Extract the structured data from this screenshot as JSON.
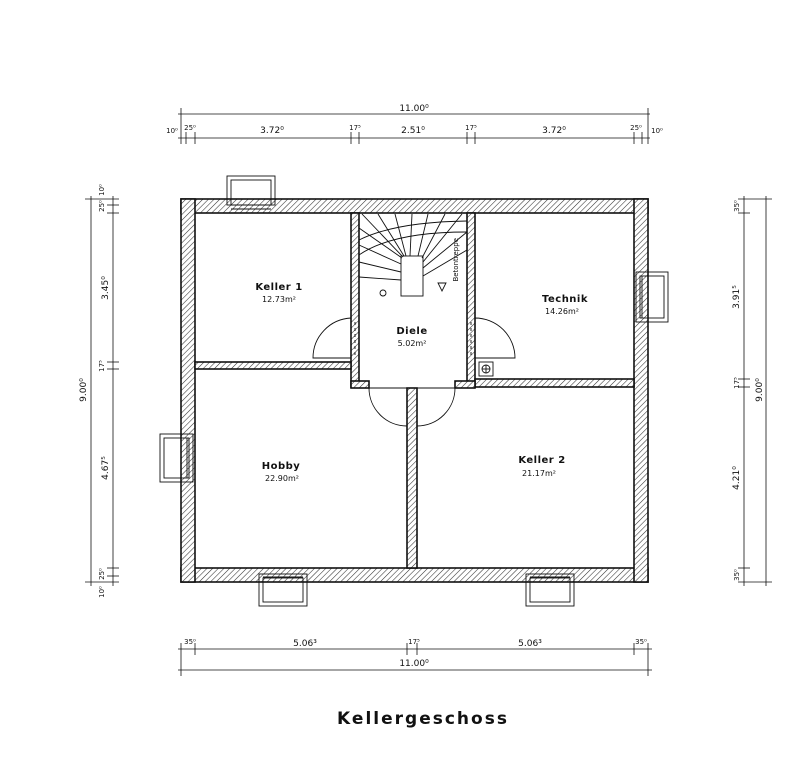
{
  "title": "Kellergeschoss",
  "rooms": [
    {
      "name": "Keller 1",
      "area": "12.73m²"
    },
    {
      "name": "Diele",
      "area": "5.02m²"
    },
    {
      "name": "Technik",
      "area": "14.26m²"
    },
    {
      "name": "Hobby",
      "area": "22.90m²"
    },
    {
      "name": "Keller 2",
      "area": "21.17m²"
    }
  ],
  "stair_label": "Betontreppe",
  "dimensions": {
    "top_total": "11.00⁰",
    "top_segments": [
      "10⁰",
      "25⁰",
      "3.72⁰",
      "17⁵",
      "2.51⁰",
      "17⁵",
      "3.72⁰",
      "25⁰",
      "10⁰"
    ],
    "bottom_segments": [
      "35⁰",
      "5.06³",
      "17⁵",
      "5.06³",
      "35⁰"
    ],
    "bottom_total": "11.00⁰",
    "left_total": "9.00⁰",
    "left_segments": [
      "10⁰",
      "25⁰",
      "3.45⁰",
      "17⁵",
      "4.67⁵",
      "25⁰",
      "10⁰"
    ],
    "right_total": "9.00⁰",
    "right_segments": [
      "35⁰",
      "3.91⁵",
      "17⁵",
      "4.21⁰",
      "35⁰"
    ]
  }
}
